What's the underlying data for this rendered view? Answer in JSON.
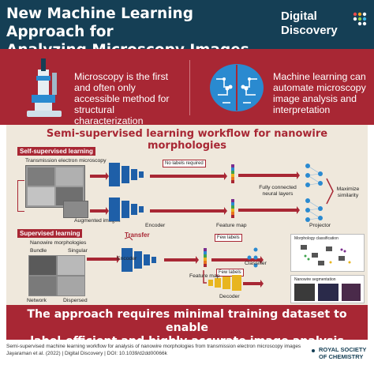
{
  "header": {
    "title_line1": "New Machine Learning Approach for",
    "title_line2": "Analyzing Microscopy Images",
    "brand_line1": "Digital",
    "brand_line2": "Discovery",
    "colors": {
      "navy": "#153f55",
      "crimson": "#a82734",
      "panel": "#efe8dc"
    }
  },
  "band": {
    "left_text": "Microscopy is the first and often only accessible method for structural characterization",
    "right_text": "Machine learning can automate microscopy image analysis and interpretation",
    "left_icon": "microscope-icon",
    "right_icon": "brain-icon"
  },
  "workflow": {
    "title": "Semi-supervised learning workflow for nanowire morphologies",
    "self_supervised": {
      "tag": "Self-supervised learning",
      "tem_label": "Transmission electron microscopy",
      "augmented_label": "Augmented images",
      "no_labels": "No labels required",
      "encoder": "Encoder",
      "feature_map": "Feature map",
      "fc_label": "Fully connected neural layers",
      "projector": "Projector",
      "maximize": "Maximize similarity"
    },
    "supervised": {
      "tag": "Supervised learning",
      "morph_title": "Nanowire morphologies",
      "morphs": [
        "Bundle",
        "Singular",
        "Network",
        "Dispersed"
      ],
      "transfer": "Transfer",
      "few_labels_1": "Few labels",
      "few_labels_2": "Few labels",
      "encoder": "Encoder",
      "feature_map": "Feature map",
      "classifier": "Classifier",
      "decoder": "Decoder",
      "morph_class": "Morphology classification",
      "nanowire_seg": "Nanowire segmentation"
    }
  },
  "conclusion": {
    "line1": "The approach requires minimal training dataset to enable",
    "line2": "label-efficient and highly accurate image analysis"
  },
  "footer": {
    "line1": "Semi-supervised machine learning workflow for analysis of nanowire morphologies from transmission electron microscopy images",
    "line2": "Jayaraman et al. (2022) | Digital Discovery | DOI: 10.1039/d2dd00066k",
    "rsc_line1": "ROYAL SOCIETY",
    "rsc_line2": "OF CHEMISTRY"
  }
}
